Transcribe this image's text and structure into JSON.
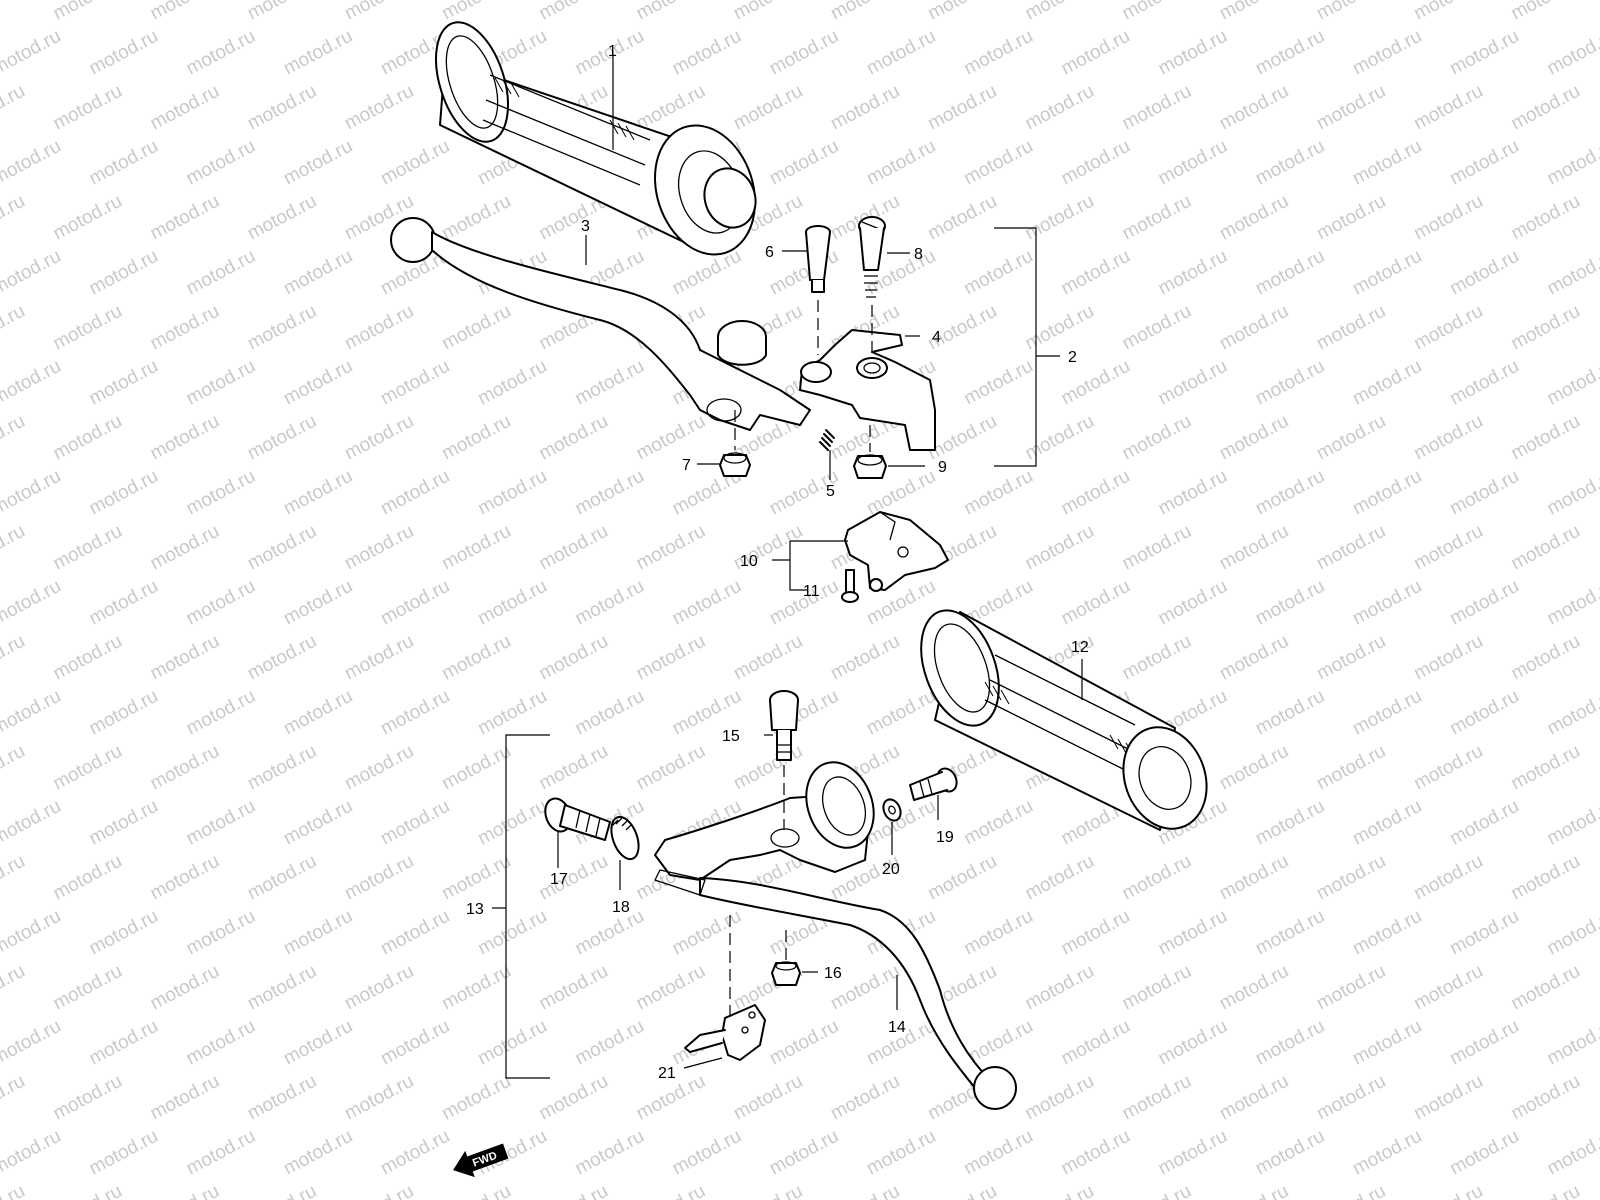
{
  "watermark": {
    "text": "motod.ru"
  },
  "fwd_label": "FWD",
  "callouts": {
    "c1": "1",
    "c2": "2",
    "c3": "3",
    "c4": "4",
    "c5": "5",
    "c6": "6",
    "c7": "7",
    "c8": "8",
    "c9": "9",
    "c10": "10",
    "c11": "11",
    "c12": "12",
    "c13": "13",
    "c14": "14",
    "c15": "15",
    "c16": "16",
    "c17": "17",
    "c18": "18",
    "c19": "19",
    "c20": "20",
    "c21": "21"
  }
}
